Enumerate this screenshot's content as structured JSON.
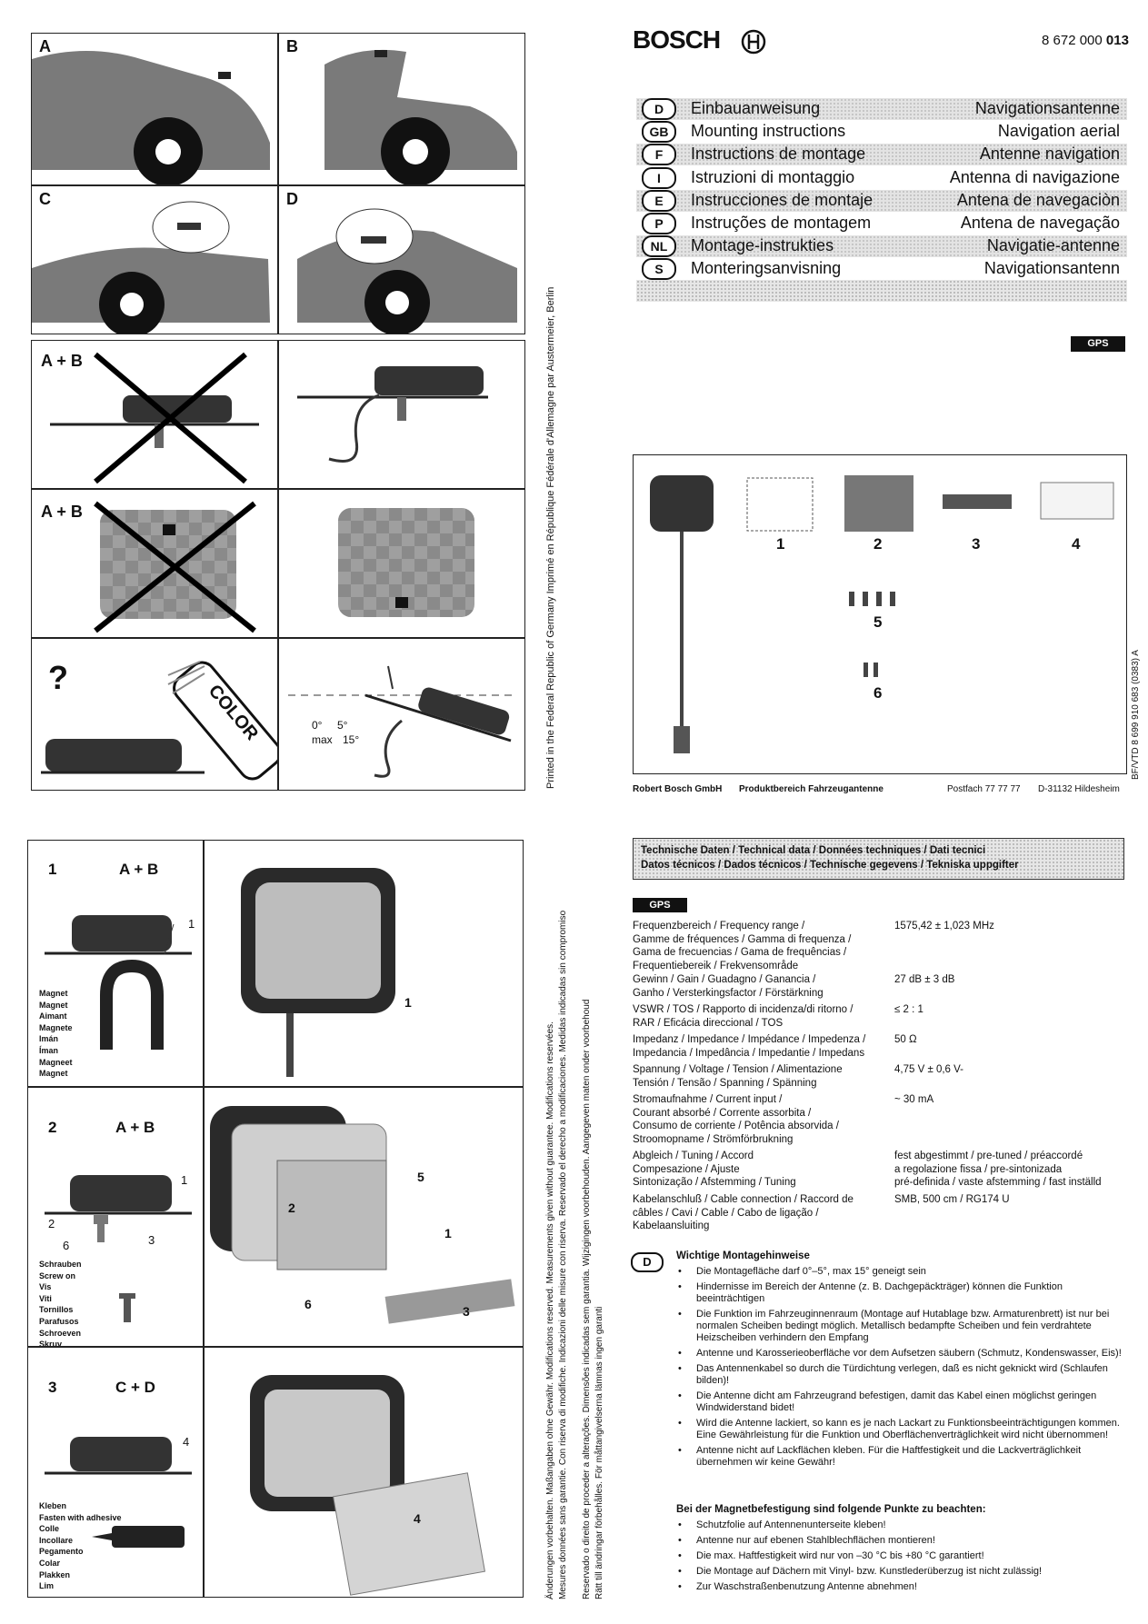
{
  "header": {
    "brand": "BOSCH",
    "part_number_prefix": "8 672 000",
    "part_number_suffix": "013",
    "title_rows": [
      {
        "code": "D",
        "left": "Einbauanweisung",
        "right": "Navigationsantenne",
        "shaded": true
      },
      {
        "code": "GB",
        "left": "Mounting instructions",
        "right": "Navigation aerial",
        "shaded": false
      },
      {
        "code": "F",
        "left": "Instructions de montage",
        "right": "Antenne navigation",
        "shaded": true
      },
      {
        "code": "I",
        "left": "Istruzioni di montaggio",
        "right": "Antenna di navigazione",
        "shaded": false
      },
      {
        "code": "E",
        "left": "Instrucciones de montaje",
        "right": "Antena de navegaciòn",
        "shaded": true
      },
      {
        "code": "P",
        "left": "Instruções de montagem",
        "right": "Antena de navegação",
        "shaded": false
      },
      {
        "code": "NL",
        "left": "Montage-instrukties",
        "right": "Navigatie-antenne",
        "shaded": true
      },
      {
        "code": "S",
        "left": "Monteringsanvisning",
        "right": "Navigationsantenn",
        "shaded": false
      }
    ],
    "gps_badge": "GPS"
  },
  "kit": {
    "parts": [
      "1",
      "2",
      "3",
      "4",
      "5",
      "6"
    ],
    "doc_code": "BF/VTD 8 699 910 683 (0383) A",
    "footer_company": "Robert Bosch GmbH",
    "footer_division": "Produktbereich Fahrzeugantenne",
    "footer_postfach": "Postfach 77 77 77",
    "footer_city": "D-31132 Hildesheim"
  },
  "figures": {
    "car_panels": [
      "A",
      "B",
      "C",
      "D"
    ],
    "wrong_ab_1": "A + B",
    "wrong_ab_2": "A + B",
    "question": "?",
    "color_can": "COLOR",
    "angle_0": "0°",
    "angle_5": "5°",
    "angle_max": "max",
    "angle_15": "15°"
  },
  "steps": [
    {
      "num": "1",
      "label": "A + B",
      "callout": "1",
      "part": "1",
      "words": [
        "Magnet",
        "Magnet",
        "Aimant",
        "Magnete",
        "Imán",
        "Íman",
        "Magneet",
        "Magnet"
      ]
    },
    {
      "num": "2",
      "label": "A + B",
      "callouts": [
        "1",
        "2",
        "3",
        "6"
      ],
      "parts": [
        "5",
        "2",
        "1",
        "6",
        "3"
      ],
      "words": [
        "Schrauben",
        "Screw on",
        "Vis",
        "Viti",
        "Tornillos",
        "Parafusos",
        "Schroeven",
        "Skruv"
      ]
    },
    {
      "num": "3",
      "label": "C + D",
      "callout": "4",
      "part": "4",
      "words": [
        "Kleben",
        "Fasten with adhesive",
        "Colle",
        "Incollare",
        "Pegamento",
        "Colar",
        "Plakken",
        "Lim"
      ]
    }
  ],
  "side_text": {
    "printed": "Printed in the Federal Republic of Germany      Imprimé en République Fédérale d'Allemagne par Austermeier, Berlin",
    "disclaimer_1": "Änderungen vorbehalten. Maßangaben ohne Gewähr.   Modifications reserved. Measurements given without guarantee.   Modifications reservées.",
    "disclaimer_2": "Mesures données sans garantie.   Con riserva di modifiche. Indicazioni delle misure con riserva.   Reservado el derecho a modificaciones. Medidas indicadas sin compromiso",
    "disclaimer_3": "Reservado o direito de proceder a alterações. Dimensões indicadas sem garantia.   Wijzigingen voorbehouden. Aangegeven maten onder voorbehoud",
    "disclaimer_4": "Rätt till ändringar förbehålles. För måttangivelserna lämnas ingen garanti"
  },
  "specs": {
    "heading_line1": "Technische Daten / Technical data / Données techniques / Dati tecnici",
    "heading_line2": "Datos técnicos / Dados técnicos / Technische gegevens / Tekniska uppgifter",
    "badge": "GPS",
    "rows": [
      {
        "label": "Frequenzbereich / Frequency range /\nGamme de fréquences / Gamma di frequenza /\nGama de frecuencias / Gama de frequências /\nFrequentiebereik / Frekvensområde",
        "value": "1575,42 ± 1,023 MHz"
      },
      {
        "label": "Gewinn / Gain / Guadagno / Ganancia /\nGanho / Versterkingsfactor / Förstärkning",
        "value": "27 dB ± 3 dB"
      },
      {
        "label": "VSWR / TOS / Rapporto di incidenza/di ritorno /\nRAR / Eficácia direccional / TOS",
        "value": "≤ 2 : 1"
      },
      {
        "label": "Impedanz / Impedance / Impédance / Impedenza /\nImpedancia / Impedância / Impedantie / Impedans",
        "value": "50 Ω"
      },
      {
        "label": "Spannung / Voltage / Tension / Alimentazione\nTensión / Tensão / Spanning / Spänning",
        "value": "4,75 V ± 0,6 V-"
      },
      {
        "label": "Stromaufnahme / Current input /\nCourant absorbé / Corrente assorbita /\nConsumo de corriente / Potência absorvida /\nStroomopname / Strömförbrukning",
        "value": "~ 30 mA"
      },
      {
        "label": "Abgleich / Tuning / Accord\nCompesazione / Ajuste\nSintonização / Afstemming / Tuning",
        "value": "fest abgestimmt / pre-tuned / préaccordé\na regolazione fissa / pre-sintonizada\npré-definida / vaste afstemming / fast inställd"
      },
      {
        "label": "Kabelanschluß / Cable connection / Raccord de\ncâbles / Cavi / Cable / Cabo de ligação /\nKabelaansluiting",
        "value": "SMB, 500 cm / RG174 U"
      }
    ]
  },
  "notes": {
    "code": "D",
    "heading": "Wichtige Montagehinweise",
    "items": [
      "Die Montagefläche darf 0°–5°, max 15° geneigt sein",
      "Hindernisse im Bereich der Antenne (z. B. Dachgepäckträger) können die Funktion beeinträchtigen",
      "Die Funktion im Fahrzeuginnenraum (Montage auf Hutablage bzw. Armaturenbrett) ist nur bei normalen Scheiben bedingt möglich. Metallisch bedampfte Scheiben und fein verdrahtete Heizscheiben verhindern den Empfang",
      "Antenne und Karosserieoberfläche vor dem Aufsetzen säubern (Schmutz, Kondenswasser, Eis)!",
      "Das Antennenkabel so durch die Türdichtung verlegen, daß es nicht geknickt wird (Schlaufen bilden)!",
      "Die Antenne dicht am Fahrzeugrand befestigen, damit das Kabel einen möglichst geringen Windwiderstand bidet!",
      "Wird die Antenne lackiert, so kann es je nach Lackart zu Funktionsbeeinträchtigungen kommen. Eine Gewährleistung für die Funktion und Oberflächenverträglichkeit wird nicht übernommen!",
      "Antenne nicht auf Lackflächen kleben. Für die Haftfestigkeit und die Lackverträglichkeit übernehmen wir keine Gewähr!"
    ],
    "magnet_heading": "Bei der Magnetbefestigung sind folgende Punkte zu beachten:",
    "magnet_items": [
      "Schutzfolie auf Antennenunterseite kleben!",
      "Antenne nur auf ebenen Stahlblechflächen montieren!",
      "Die max. Haftfestigkeit wird nur von –30 °C bis +80 °C garantiert!",
      "Die Montage auf Dächern mit Vinyl- bzw. Kunstlederüberzug ist nicht zulässig!",
      "Zur Waschstraßenbenutzung Antenne abnehmen!"
    ]
  }
}
